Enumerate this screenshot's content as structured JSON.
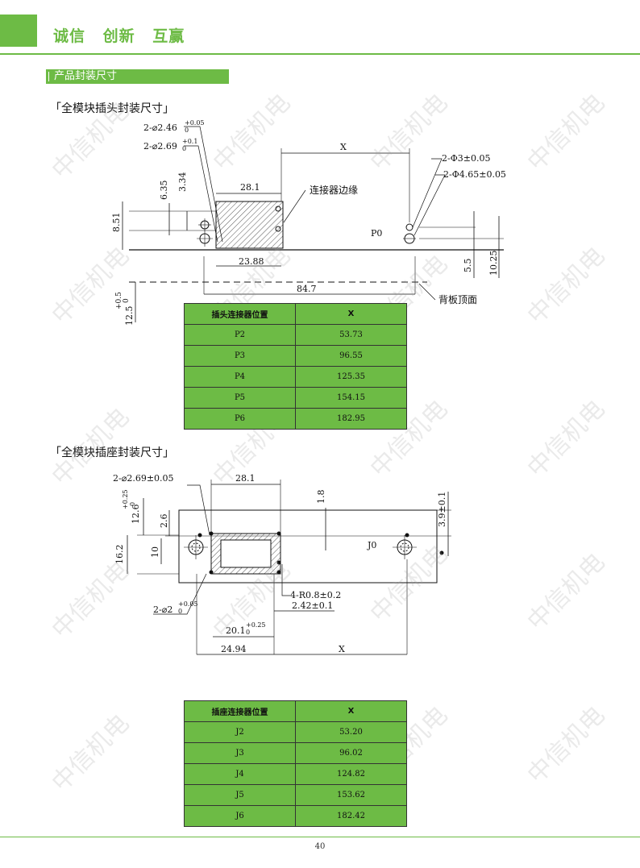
{
  "header": {
    "slogan": [
      "诚信",
      "创新",
      "互赢"
    ],
    "accent_color": "#6dbb45"
  },
  "section": {
    "title": "产品封装尺寸"
  },
  "plug": {
    "subtitle": "「全模块插头封装尺寸」",
    "dims": {
      "hole1": "2-⌀2.46",
      "hole1_tol_upper": "+0.05",
      "hole1_tol_lower": "0",
      "hole2": "2-⌀2.69",
      "hole2_tol_upper": "+0.1",
      "hole2_tol_lower": "0",
      "d635": "6.35",
      "d334": "3.34",
      "d851": "8.51",
      "d281": "28.1",
      "d2388": "23.88",
      "d847": "84.7",
      "x": "X",
      "phi3": "2-Φ3±0.05",
      "phi465": "2-Φ4.65±0.05",
      "p0": "P0",
      "d55": "5.5",
      "d1025": "10.25",
      "d125": "12.5",
      "d125_tol_upper": "+0.5",
      "d125_tol_lower": "0",
      "edge_note": "连接器边缘",
      "back_note": "背板顶面"
    },
    "table": {
      "headers": [
        "插头连接器位置",
        "X"
      ],
      "rows": [
        [
          "P2",
          "53.73"
        ],
        [
          "P3",
          "96.55"
        ],
        [
          "P4",
          "125.35"
        ],
        [
          "P5",
          "154.15"
        ],
        [
          "P6",
          "182.95"
        ]
      ]
    }
  },
  "socket": {
    "subtitle": "「全模块插座封装尺寸」",
    "dims": {
      "hole": "2-⌀2.69±0.05",
      "d281": "28.1",
      "d18": "1.8",
      "d126": "12.6",
      "d126_tol_upper": "+0.25",
      "d126_tol_lower": "0",
      "d26": "2.6",
      "d162": "16.2",
      "d10": "10",
      "j0": "J0",
      "d39": "3.9±0.1",
      "hole2": "2-⌀2",
      "hole2_tol_upper": "+0.05",
      "hole2_tol_lower": "0",
      "r08": "4-R0.8±0.2",
      "d242": "2.42±0.1",
      "d201": "20.1",
      "d201_tol_upper": "+0.25",
      "d201_tol_lower": "0",
      "d2494": "24.94",
      "x": "X"
    },
    "table": {
      "headers": [
        "插座连接器位置",
        "X"
      ],
      "rows": [
        [
          "J2",
          "53.20"
        ],
        [
          "J3",
          "96.02"
        ],
        [
          "J4",
          "124.82"
        ],
        [
          "J5",
          "153.62"
        ],
        [
          "J6",
          "182.42"
        ]
      ]
    }
  },
  "watermark": "中信机电",
  "footer": {
    "page_number": "40"
  }
}
